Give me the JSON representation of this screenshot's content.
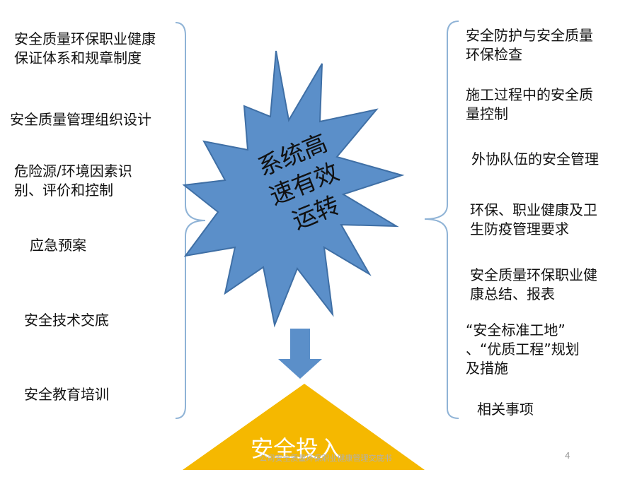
{
  "colors": {
    "star_fill": "#5b8fc9",
    "star_stroke": "#3f6fa5",
    "arrow_fill": "#5b8fc9",
    "triangle_fill": "#f5b800",
    "bracket": "#8fb3d6"
  },
  "center": {
    "text": "系统高\n速有效\n运转"
  },
  "base": {
    "label": "安全投入"
  },
  "left_items": [
    {
      "text": "安全质量环保职业健康\n保证体系和规章制度"
    },
    {
      "text": "安全质量管理组织设计"
    },
    {
      "text": "危险源/环境因素识\n别、评价和控制"
    },
    {
      "text": "应急预案"
    },
    {
      "text": "安全技术交底"
    },
    {
      "text": "安全教育培训"
    }
  ],
  "right_items": [
    {
      "text": "安全防护与安全质量\n环保检查"
    },
    {
      "text": "施工过程中的安全质\n量控制"
    },
    {
      "text": "外协队伍的安全管理"
    },
    {
      "text": "环保、职业健康及卫\n生防疫管理要求"
    },
    {
      "text": "安全质量环保职业健\n康总结、报表"
    },
    {
      "text": "“安全标准工地”\n、“优质工程”规划\n及措施"
    },
    {
      "text": "相关事项"
    }
  ],
  "footer": {
    "text": "公司安全质量环保职业健康管理交底书",
    "page": "4"
  }
}
